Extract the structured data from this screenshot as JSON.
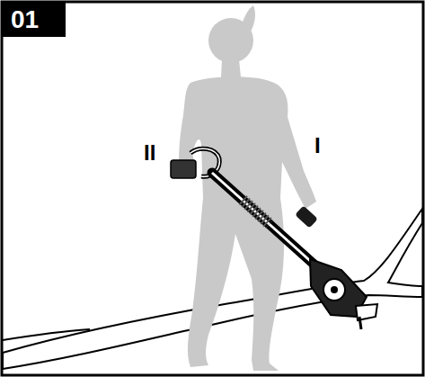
{
  "diagram": {
    "labels": [
      "01",
      "II",
      "I"
    ]
  }
}
